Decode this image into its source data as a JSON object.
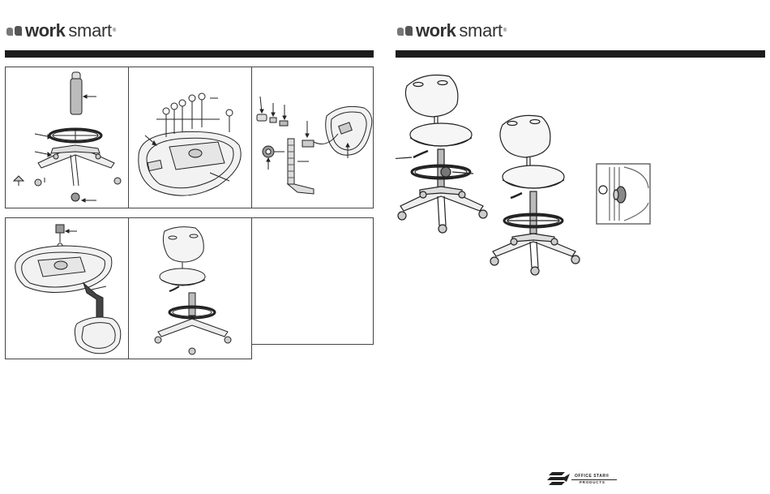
{
  "brand": {
    "word1": "work",
    "word2": "smart",
    "tm": "®"
  },
  "footer": {
    "company_line1": "OFFICE STAR",
    "company_tm": "®",
    "company_line2": "PRODUCTS"
  }
}
